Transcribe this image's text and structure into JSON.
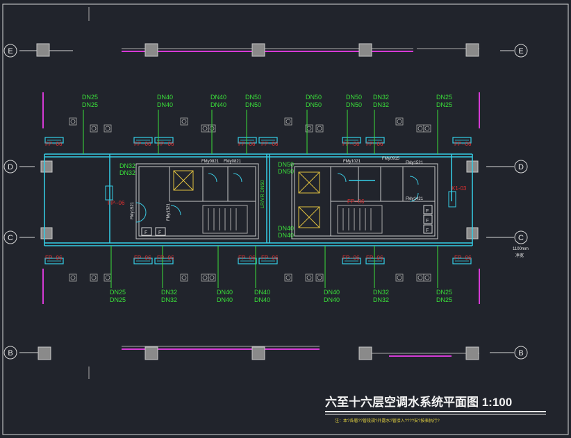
{
  "title": "六至十六层空调水系统平面图 1:100",
  "note": "注：本?各層??管段规?外露水?管接入????安?按表执行?",
  "grid_labels": {
    "E": "E",
    "D": "D",
    "C": "C",
    "B": "B"
  },
  "dimension_note": "1100mm",
  "dimension_note2": "净宽",
  "fp_label": "FP--06",
  "fp_label_alt": "FP--06",
  "pipe_tags_top": [
    [
      "DN25",
      "DN25"
    ],
    [
      "DN40",
      "DN40"
    ],
    [
      "DN40",
      "DN40"
    ],
    [
      "DN50",
      "DN50"
    ],
    [
      "DN50",
      "DN50"
    ],
    [
      "DN50",
      "DN50"
    ],
    [
      "DN32",
      "DN32"
    ],
    [
      "DN25",
      "DN25"
    ]
  ],
  "pipe_tags_bottom": [
    [
      "DN25",
      "DN25"
    ],
    [
      "DN32",
      "DN32"
    ],
    [
      "DN40",
      "DN40"
    ],
    [
      "DN40",
      "DN40"
    ],
    [
      "DN40",
      "DN40"
    ],
    [
      "DN32",
      "DN32"
    ],
    [
      "DN25",
      "DN25"
    ]
  ],
  "pipe_tags_mid": [
    [
      "DN32",
      "DN32"
    ],
    [
      "DN50",
      "DN50"
    ],
    [
      "DN40",
      "DN40"
    ]
  ],
  "door_tags": [
    "FMy0821",
    "FMy0821",
    "FMy1021",
    "FMy0915",
    "FMy1521",
    "FMy1421",
    "FMy1521",
    "FMy1521"
  ],
  "unit_tag": "K1-03",
  "riser_tag": "LR/VR DN50"
}
